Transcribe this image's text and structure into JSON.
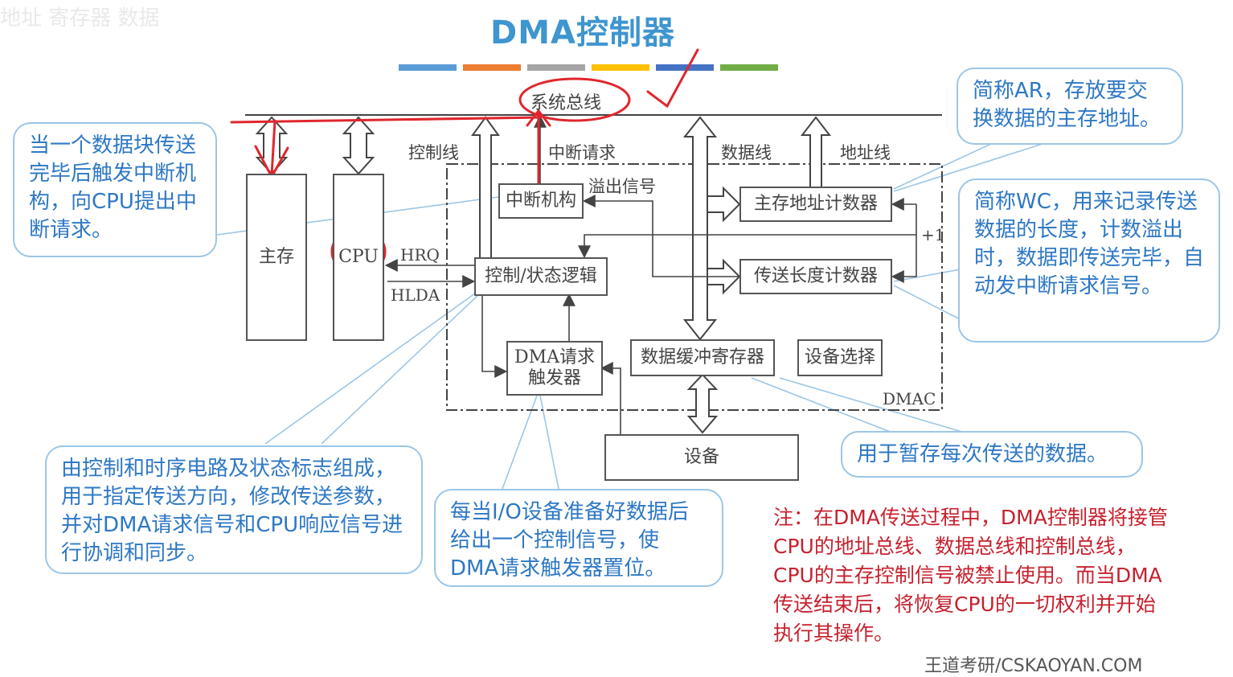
{
  "watermark": "地址 寄存器 数据",
  "title": "DMA控制器",
  "accent_colors": [
    "#5b9bd5",
    "#ed7d31",
    "#a5a5a5",
    "#ffc000",
    "#4472c4",
    "#70ad47"
  ],
  "annotation_color": "#e0262d",
  "bus": {
    "system_bus": "系统总线",
    "control_line": "控制线",
    "interrupt_request": "中断请求",
    "data_line": "数据线",
    "address_line": "地址线"
  },
  "blocks": {
    "main_memory": "主存",
    "cpu": "CPU",
    "interrupt_unit": "中断机构",
    "control_logic": "控制/状态逻辑",
    "dma_trigger": "DMA请求触发器",
    "data_buffer": "数据缓冲寄存器",
    "device_select": "设备选择",
    "address_counter": "主存地址计数器",
    "length_counter": "传送长度计数器",
    "device": "设备",
    "dmac": "DMAC"
  },
  "signals": {
    "hrq": "HRQ",
    "hlda": "HLDA",
    "overflow": "溢出信号",
    "plus_one": "+1"
  },
  "callouts": {
    "interrupt": "当一个数据块传送完毕后触发中断机构，向CPU提出中断请求。",
    "address_register": "简称AR，存放要交换数据的主存地址。",
    "word_count": "简称WC，用来记录传送数据的长度，计数溢出时，数据即传送完毕，自动发中断请求信号。",
    "control_logic": "由控制和时序电路及状态标志组成，用于指定传送方向，修改传送参数，并对DMA请求信号和CPU响应信号进行协调和同步。",
    "dma_trigger": "每当I/O设备准备好数据后给出一个控制信号，使DMA请求触发器置位。",
    "data_buffer": "用于暂存每次传送的数据。"
  },
  "note": "注：在DMA传送过程中，DMA控制器将接管CPU的地址总线、数据总线和控制总线，CPU的主存控制信号被禁止使用。而当DMA传送结束后，将恢复CPU的一切权利并开始执行其操作。",
  "footer": "王道考研/CSKAOYAN.COM"
}
